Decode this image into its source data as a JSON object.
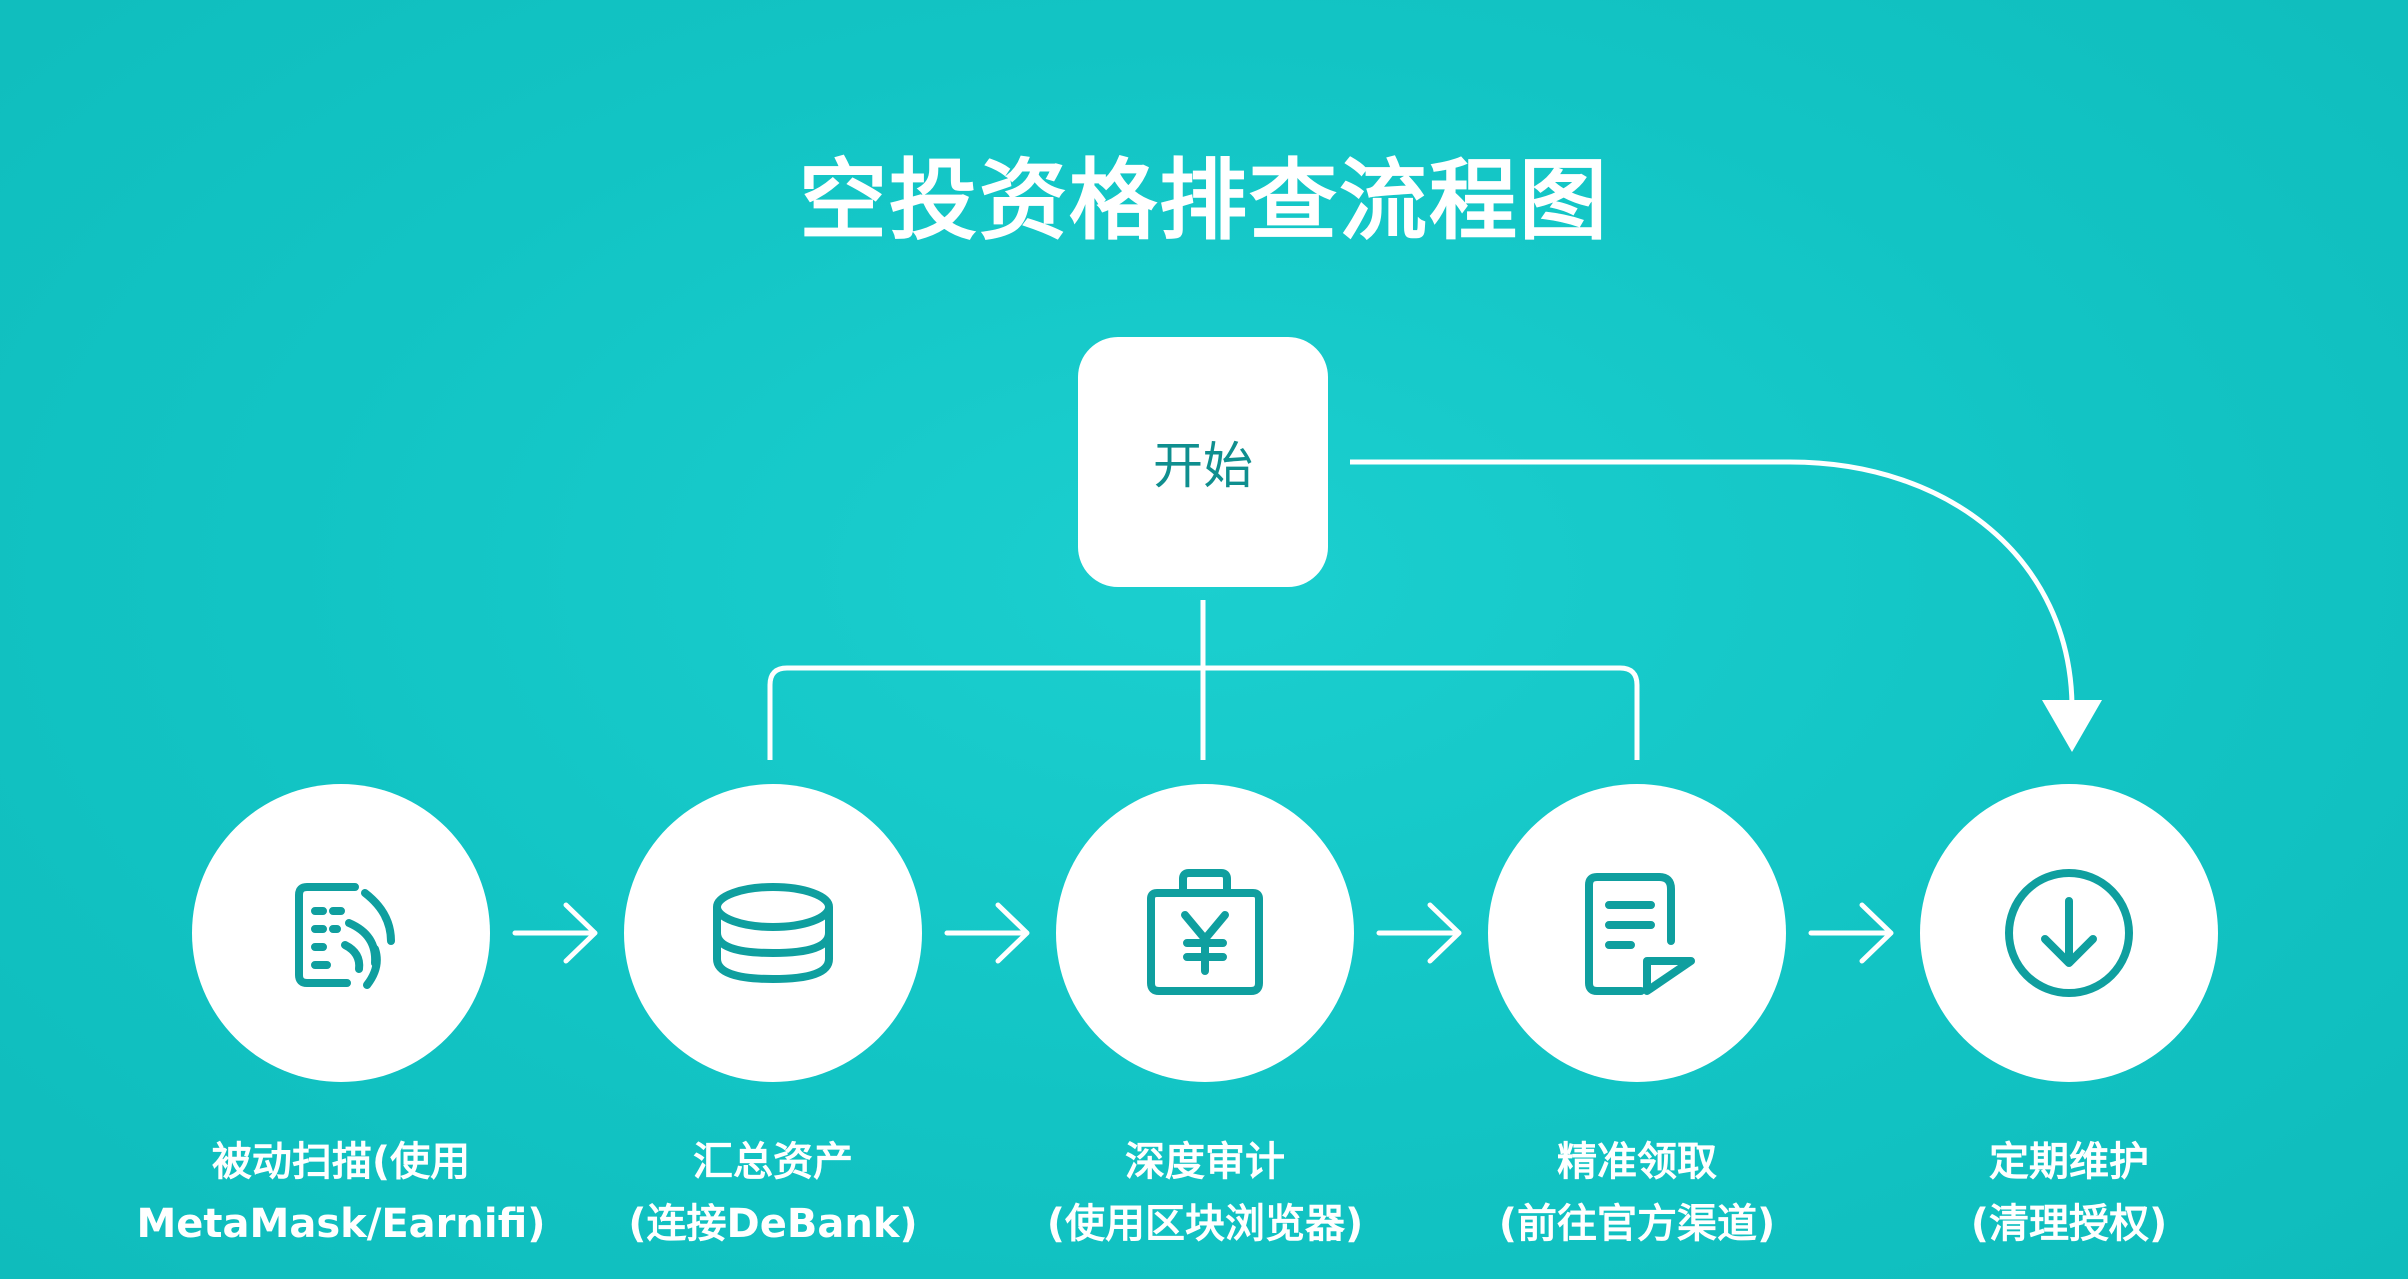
{
  "title": "空投资格排查流程图",
  "start": {
    "label": "开始"
  },
  "steps": [
    {
      "line1": "被动扫描(使用",
      "line2": "MetaMask/Earnifi)",
      "icon": "scan-icon"
    },
    {
      "line1": "汇总资产",
      "line2": "(连接DeBank)",
      "icon": "coins-stack-icon"
    },
    {
      "line1": "深度审计",
      "line2": "(使用区块浏览器)",
      "icon": "yen-bag-icon"
    },
    {
      "line1": "精准领取",
      "line2": "(前往官方渠道)",
      "icon": "document-icon"
    },
    {
      "line1": "定期维护",
      "line2": "(清理授权)",
      "icon": "download-circle-icon"
    }
  ],
  "colors": {
    "background": "#14c8c8",
    "icon": "#0f9f9f",
    "text": "#ffffff"
  }
}
